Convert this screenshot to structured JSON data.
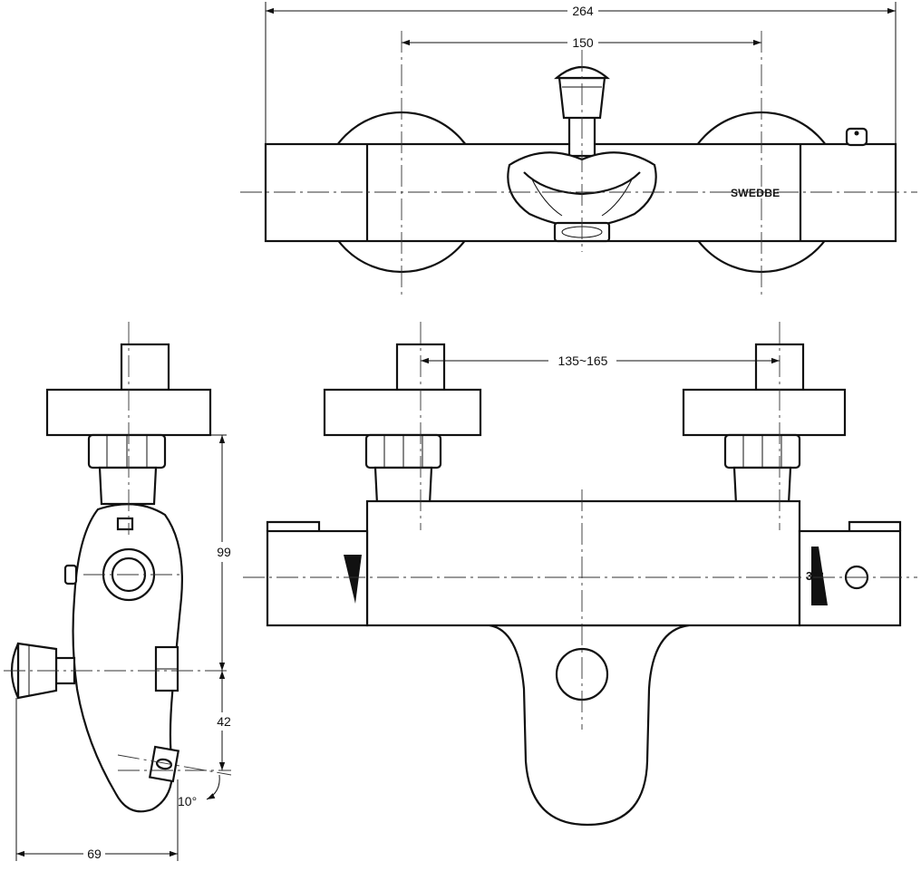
{
  "drawing": {
    "brand": "SWEDBE",
    "temperature_mark": "38°",
    "dimensions": {
      "overall_width": "264",
      "center_distance": "150",
      "inlet_range": "135~165",
      "height": "99",
      "spout_offset": "42",
      "spout_angle": "10°",
      "depth": "69"
    }
  }
}
